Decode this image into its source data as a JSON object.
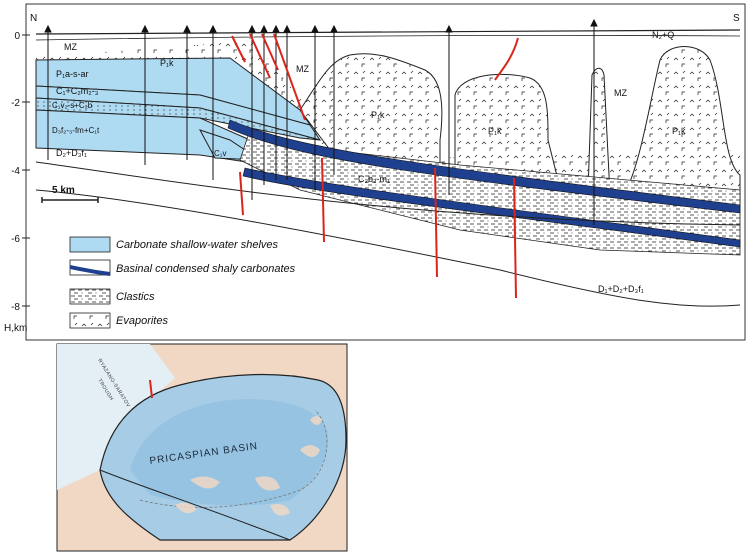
{
  "section": {
    "north": "N",
    "south": "S",
    "depth_ticks": [
      "0",
      "-2",
      "-4",
      "-6",
      "-8"
    ],
    "depth_unit": "H,km",
    "scale_bar": "5 km",
    "labels": {
      "mz_left": "MZ",
      "mz_mid": "MZ",
      "mz_right": "MZ",
      "n2q": "N₂+Q",
      "p1k_a": "P₁k",
      "p1k_b": "P₁k",
      "p1k_c": "P₁k",
      "p1k_d": "P₁k",
      "p1a": "P₁a-s-ar",
      "c1c2": "C₁+C₂m₂-₃",
      "c1v": "C₁v₂-s+C₂b",
      "d3f": "D₃f₂-₃-fm+C₁t",
      "d2d3": "D₂+D₃f₁",
      "c1v_small": "C₁v",
      "c2b": "C₂b₂-m₁",
      "d1d2d3": "D₁+D₂+D₃f₁"
    },
    "legend": [
      {
        "label": "Carbonate shallow-water shelves",
        "color": "#aedaf2"
      },
      {
        "label": "Basinal condensed shaly carbonates",
        "color": "#1f3f8f"
      },
      {
        "label": "Clastics",
        "color": "#ffffff"
      },
      {
        "label": "Evaporites",
        "color": "#ffffff"
      }
    ]
  },
  "map": {
    "basin_label": "PRICASPIAN BASIN",
    "trough_label_1": "RYAZANO-SARATOV",
    "trough_label_2": "TROUGH"
  },
  "colors": {
    "shelf": "#aedaf2",
    "basinal": "#1f3f8f",
    "fault": "#d8261c",
    "map_land": "#f0d8c4",
    "map_basin": "#a7cde6"
  }
}
